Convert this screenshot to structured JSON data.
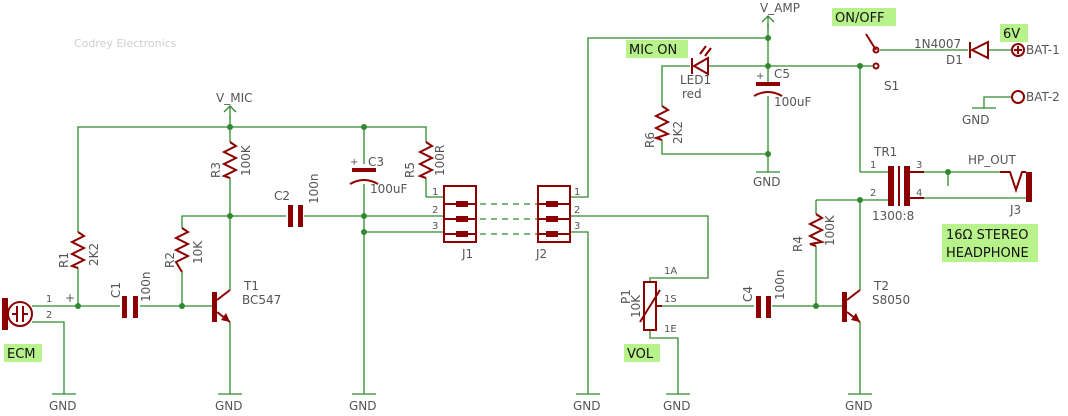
{
  "watermark": "Codrey Electronics",
  "highlights": {
    "ecm": "ECM",
    "mic_on": "MIC ON",
    "vol": "VOL",
    "on_off": "ON/OFF",
    "six_v": "6V",
    "hp_line1": "16Ω STEREO",
    "hp_line2": "HEADPHONE"
  },
  "nets": {
    "v_mic": "V_MIC",
    "v_amp": "V_AMP",
    "gnd": "GND",
    "hp_out": "HP_OUT",
    "bat1": "BAT-1",
    "bat2": "BAT-2"
  },
  "components": {
    "r1": {
      "ref": "R1",
      "value": "2K2"
    },
    "r2": {
      "ref": "R2",
      "value": "10K"
    },
    "r3": {
      "ref": "R3",
      "value": "100K"
    },
    "r4": {
      "ref": "R4",
      "value": "100K"
    },
    "r5": {
      "ref": "R5",
      "value": "100R"
    },
    "r6": {
      "ref": "R6",
      "value": "2K2"
    },
    "c1": {
      "ref": "C1",
      "value": "100n"
    },
    "c2": {
      "ref": "C2",
      "value": "100n"
    },
    "c3": {
      "ref": "C3",
      "value": "100uF"
    },
    "c4": {
      "ref": "C4",
      "value": "100n"
    },
    "c5": {
      "ref": "C5",
      "value": "100uF"
    },
    "t1": {
      "ref": "T1",
      "value": "BC547"
    },
    "t2": {
      "ref": "T2",
      "value": "S8050"
    },
    "p1": {
      "ref": "P1",
      "value": "10K"
    },
    "led1": {
      "ref": "LED1",
      "value": "red"
    },
    "d1": {
      "ref": "D1",
      "value": "1N4007"
    },
    "s1": {
      "ref": "S1"
    },
    "tr1": {
      "ref": "TR1",
      "ratio": "1300:8"
    },
    "j1": {
      "ref": "J1"
    },
    "j2": {
      "ref": "J2"
    },
    "j3": {
      "ref": "J3"
    }
  },
  "pins": {
    "p1": "1",
    "p2": "2",
    "p3": "3",
    "p4": "4",
    "plus": "+",
    "p1a": "1A",
    "p1s": "1S",
    "p1e": "1E"
  }
}
